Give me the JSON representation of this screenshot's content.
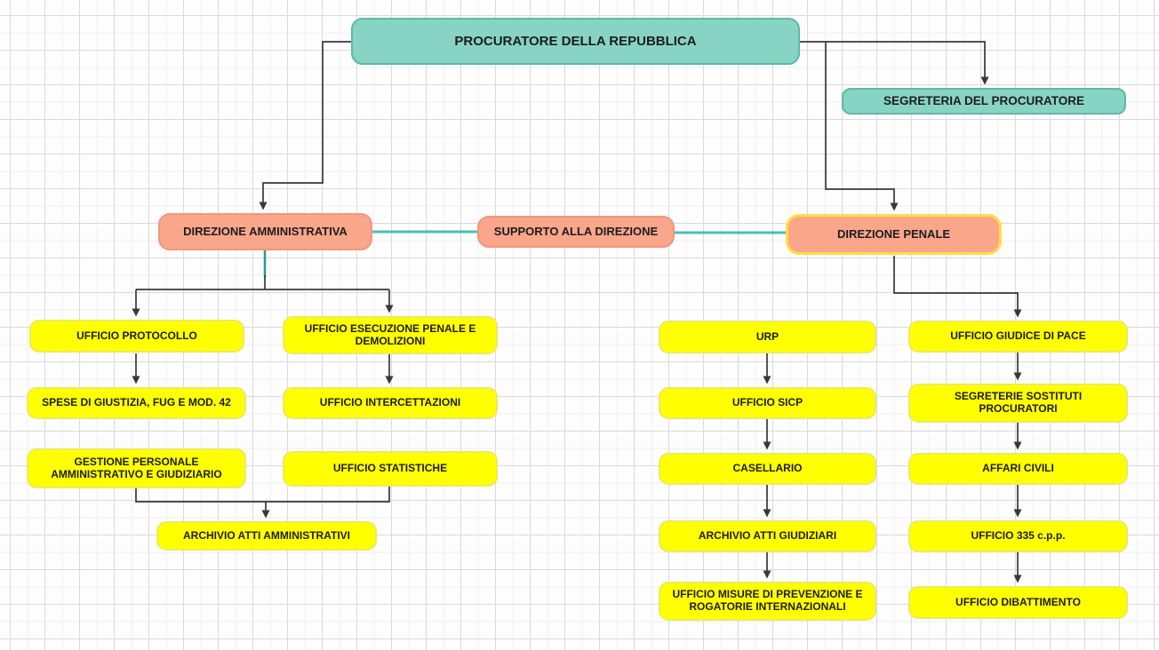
{
  "diagram": {
    "kind": "org-chart",
    "language": "it"
  },
  "colors": {
    "teal_fill": "#87d4c4",
    "teal_border": "#5cb9a8",
    "salmon_fill": "#f9a68b",
    "salmon_border": "#f3977b",
    "penale_highlight_border": "#ffdd44",
    "yellow_fill": "#ffff00",
    "yellow_border": "#ebeb5e",
    "connector_dark": "#383838",
    "connector_teal": "#46c1b1",
    "text": "#1d1d1d"
  },
  "nodes": {
    "procuratore": {
      "label": "PROCURATORE DELLA REPUBBLICA"
    },
    "segreteria": {
      "label": "SEGRETERIA DEL PROCURATORE"
    },
    "direzione_amministrativa": {
      "label": "DIREZIONE AMMINISTRATIVA"
    },
    "supporto_direzione": {
      "label": "SUPPORTO ALLA DIREZIONE"
    },
    "direzione_penale": {
      "label": "DIREZIONE PENALE"
    },
    "ufficio_protocollo": {
      "label": "UFFICIO PROTOCOLLO"
    },
    "ufficio_esecuzione": {
      "label": "UFFICIO ESECUZIONE PENALE E DEMOLIZIONI"
    },
    "spese_giustizia": {
      "label": "SPESE DI GIUSTIZIA, FUG E MOD. 42"
    },
    "ufficio_intercettazioni": {
      "label": "UFFICIO INTERCETTAZIONI"
    },
    "gestione_personale": {
      "label": "GESTIONE PERSONALE AMMINISTRATIVO E GIUDIZIARIO"
    },
    "ufficio_statistiche": {
      "label": "UFFICIO STATISTICHE"
    },
    "archivio_amministrativi": {
      "label": "ARCHIVIO ATTI AMMINISTRATIVI"
    },
    "urp": {
      "label": "URP"
    },
    "ufficio_sicp": {
      "label": "UFFICIO SICP"
    },
    "casellario": {
      "label": "CASELLARIO"
    },
    "archivio_giudiziari": {
      "label": "ARCHIVIO ATTI GIUDIZIARI"
    },
    "ufficio_misure": {
      "label": "UFFICIO MISURE DI PREVENZIONE E ROGATORIE INTERNAZIONALI"
    },
    "ufficio_giudice_pace": {
      "label": "UFFICIO GIUDICE DI PACE"
    },
    "segreterie_sostituti": {
      "label": "SEGRETERIE SOSTITUTI PROCURATORI"
    },
    "affari_civili": {
      "label": "AFFARI CIVILI"
    },
    "ufficio_335": {
      "label": "UFFICIO 335 c.p.p."
    },
    "ufficio_dibattimento": {
      "label": "UFFICIO DIBATTIMENTO"
    }
  },
  "edges": [
    {
      "from": "procuratore",
      "to": "direzione_amministrativa",
      "style": "dark-arrow"
    },
    {
      "from": "procuratore",
      "to": "segreteria",
      "style": "dark-arrow"
    },
    {
      "from": "procuratore",
      "to": "direzione_penale",
      "style": "dark-arrow"
    },
    {
      "from": "direzione_amministrativa",
      "to": "supporto_direzione",
      "style": "teal-line"
    },
    {
      "from": "supporto_direzione",
      "to": "direzione_penale",
      "style": "teal-line"
    },
    {
      "from": "direzione_amministrativa",
      "to": "ufficio_protocollo",
      "style": "dark-arrow"
    },
    {
      "from": "direzione_amministrativa",
      "to": "ufficio_esecuzione",
      "style": "dark-arrow"
    },
    {
      "from": "ufficio_protocollo",
      "to": "spese_giustizia",
      "style": "dark-arrow"
    },
    {
      "from": "ufficio_esecuzione",
      "to": "ufficio_intercettazioni",
      "style": "dark-arrow"
    },
    {
      "from": "gestione_personale",
      "to": "archivio_amministrativi",
      "style": "dark-arrow"
    },
    {
      "from": "ufficio_statistiche",
      "to": "archivio_amministrativi",
      "style": "dark-arrow"
    },
    {
      "from": "direzione_penale",
      "to": "ufficio_giudice_pace",
      "style": "dark-arrow"
    },
    {
      "from": "urp",
      "to": "ufficio_sicp",
      "style": "dark-arrow"
    },
    {
      "from": "ufficio_sicp",
      "to": "casellario",
      "style": "dark-arrow"
    },
    {
      "from": "casellario",
      "to": "archivio_giudiziari",
      "style": "dark-arrow"
    },
    {
      "from": "archivio_giudiziari",
      "to": "ufficio_misure",
      "style": "dark-arrow"
    },
    {
      "from": "ufficio_giudice_pace",
      "to": "segreterie_sostituti",
      "style": "dark-arrow"
    },
    {
      "from": "segreterie_sostituti",
      "to": "affari_civili",
      "style": "dark-arrow"
    },
    {
      "from": "affari_civili",
      "to": "ufficio_335",
      "style": "dark-arrow"
    },
    {
      "from": "ufficio_335",
      "to": "ufficio_dibattimento",
      "style": "dark-arrow"
    }
  ]
}
